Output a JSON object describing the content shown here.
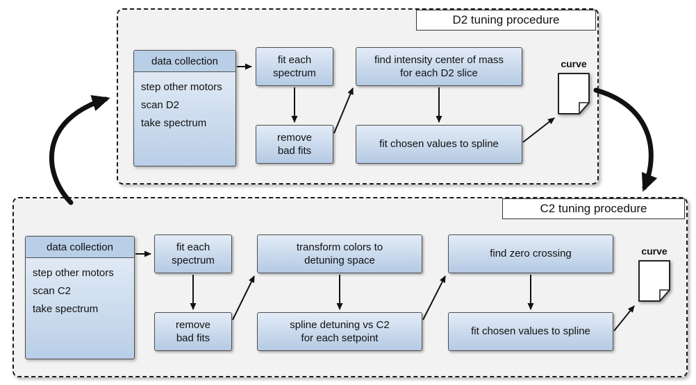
{
  "d2": {
    "title": "D2 tuning procedure",
    "data_collection": {
      "header": "data collection",
      "line1": "step other motors",
      "line2": "scan D2",
      "line3": "take spectrum"
    },
    "fit_each_spectrum": "fit each\nspectrum",
    "remove_bad_fits": "remove\nbad fits",
    "find_center_of_mass": "find intensity center of mass\nfor each D2 slice",
    "fit_chosen_to_spline": "fit chosen values to spline",
    "curve_label": "curve"
  },
  "c2": {
    "title": "C2 tuning procedure",
    "data_collection": {
      "header": "data collection",
      "line1": "step other motors",
      "line2": "scan C2",
      "line3": "take spectrum"
    },
    "fit_each_spectrum": "fit each\nspectrum",
    "remove_bad_fits": "remove\nbad fits",
    "transform_colors": "transform colors to\ndetuning space",
    "spline_detuning": "spline detuning vs C2\nfor each setpoint",
    "find_zero_crossing": "find zero crossing",
    "fit_chosen_to_spline": "fit chosen values to spline",
    "curve_label": "curve"
  },
  "colors": {
    "node_fill_top": "#e3ecf7",
    "node_fill_bottom": "#b5cae4",
    "container_fill": "#f2f2f2",
    "border": "#1a1a1a",
    "arrow": "#111111"
  }
}
